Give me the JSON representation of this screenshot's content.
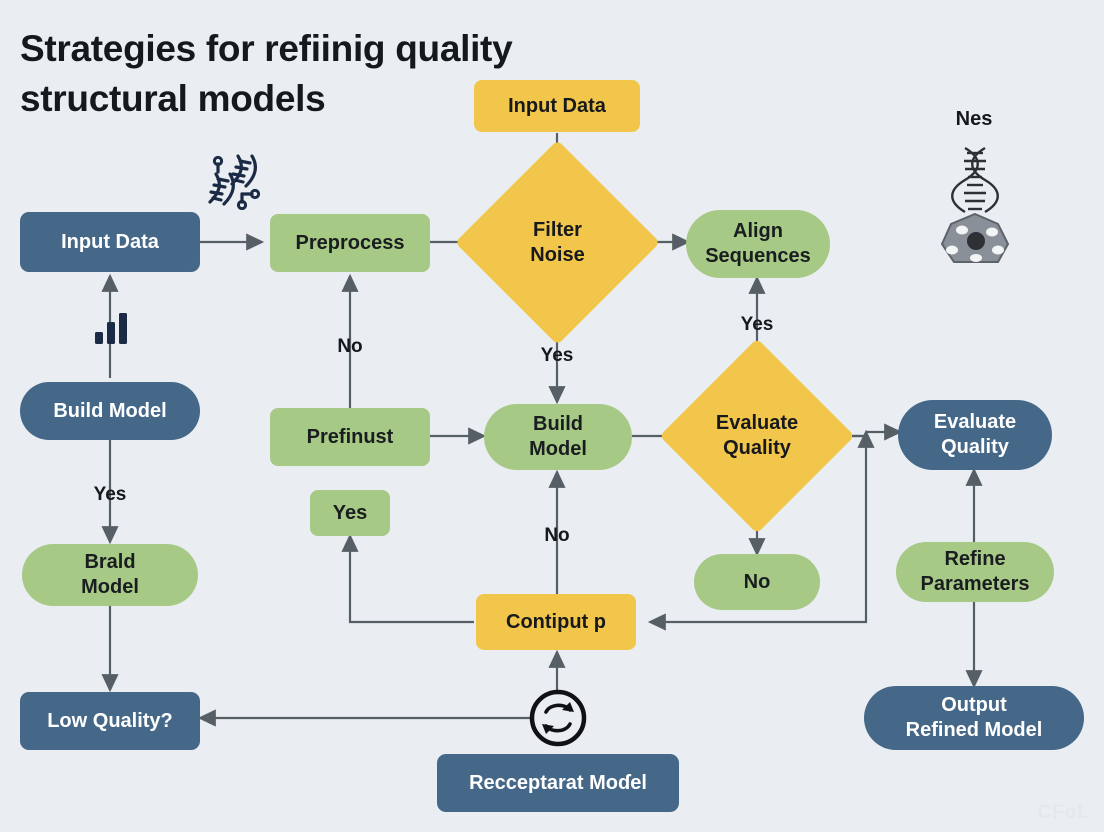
{
  "title": {
    "line1": "Strategies for refiinig quality",
    "line2": "structural models"
  },
  "colors": {
    "background": "#eaeef2",
    "blue": "#456889",
    "green": "#a7c986",
    "yellow": "#f2c64a",
    "connector": "#565f66",
    "title_text": "#15181c"
  },
  "watermark": "CFoL",
  "decor": {
    "dna_icon": "dna-helix-icon",
    "bar_chart_icon": "bar-chart-icon",
    "molecule_icon": "dna-molecule-icon",
    "cycle_icon": "refresh-cycle-icon",
    "nes_label": "Nes"
  },
  "nodes": {
    "input_data_left": {
      "label": "Input Data",
      "shape": "rect",
      "color": "blue"
    },
    "build_model_left": {
      "label": "Build Model",
      "shape": "pill",
      "color": "blue"
    },
    "brald_model": {
      "label": "Brald\nModel",
      "line1": "Brald",
      "line2": "Model",
      "shape": "pill",
      "color": "green"
    },
    "low_quality": {
      "label": "Low Quality?",
      "shape": "rect",
      "color": "blue"
    },
    "preprocess": {
      "label": "Preprocess",
      "shape": "rect",
      "color": "green"
    },
    "prefinust": {
      "label": "Prefinust",
      "shape": "rect",
      "color": "green"
    },
    "yes_chip": {
      "label": "Yes",
      "shape": "rect",
      "color": "green"
    },
    "input_data_top": {
      "label": "Input Data",
      "shape": "rect",
      "color": "yellow"
    },
    "filter_noise": {
      "line1": "Filter",
      "line2": "Noise",
      "shape": "diamond",
      "color": "yellow"
    },
    "build_model_center": {
      "line1": "Build",
      "line2": "Model",
      "shape": "pill",
      "color": "green"
    },
    "contiput_p": {
      "label": "Contiput p",
      "shape": "rect",
      "color": "yellow"
    },
    "recceptarat_model": {
      "label": "Recceptarat Moɗel",
      "shape": "rect",
      "color": "blue"
    },
    "align_sequences": {
      "line1": "Align",
      "line2": "Sequences",
      "shape": "pill",
      "color": "green"
    },
    "evaluate_quality_diamond": {
      "line1": "Evaluate",
      "line2": "Quality",
      "shape": "diamond",
      "color": "yellow"
    },
    "no_chip": {
      "label": "No",
      "shape": "pill",
      "color": "green"
    },
    "evaluate_quality_right": {
      "line1": "Evaluate",
      "line2": "Quality",
      "shape": "pill",
      "color": "blue"
    },
    "refine_parameters": {
      "line1": "Refine",
      "line2": "Parameters",
      "shape": "pill",
      "color": "green"
    },
    "output_refined_model": {
      "line1": "Output",
      "line2": "Refined Model",
      "shape": "pill",
      "color": "blue"
    }
  },
  "edge_labels": {
    "no_preprocess": "No",
    "yes_build_left": "Yes",
    "yes_filter": "Yes",
    "no_build_center": "No",
    "yes_align": "Yes"
  }
}
